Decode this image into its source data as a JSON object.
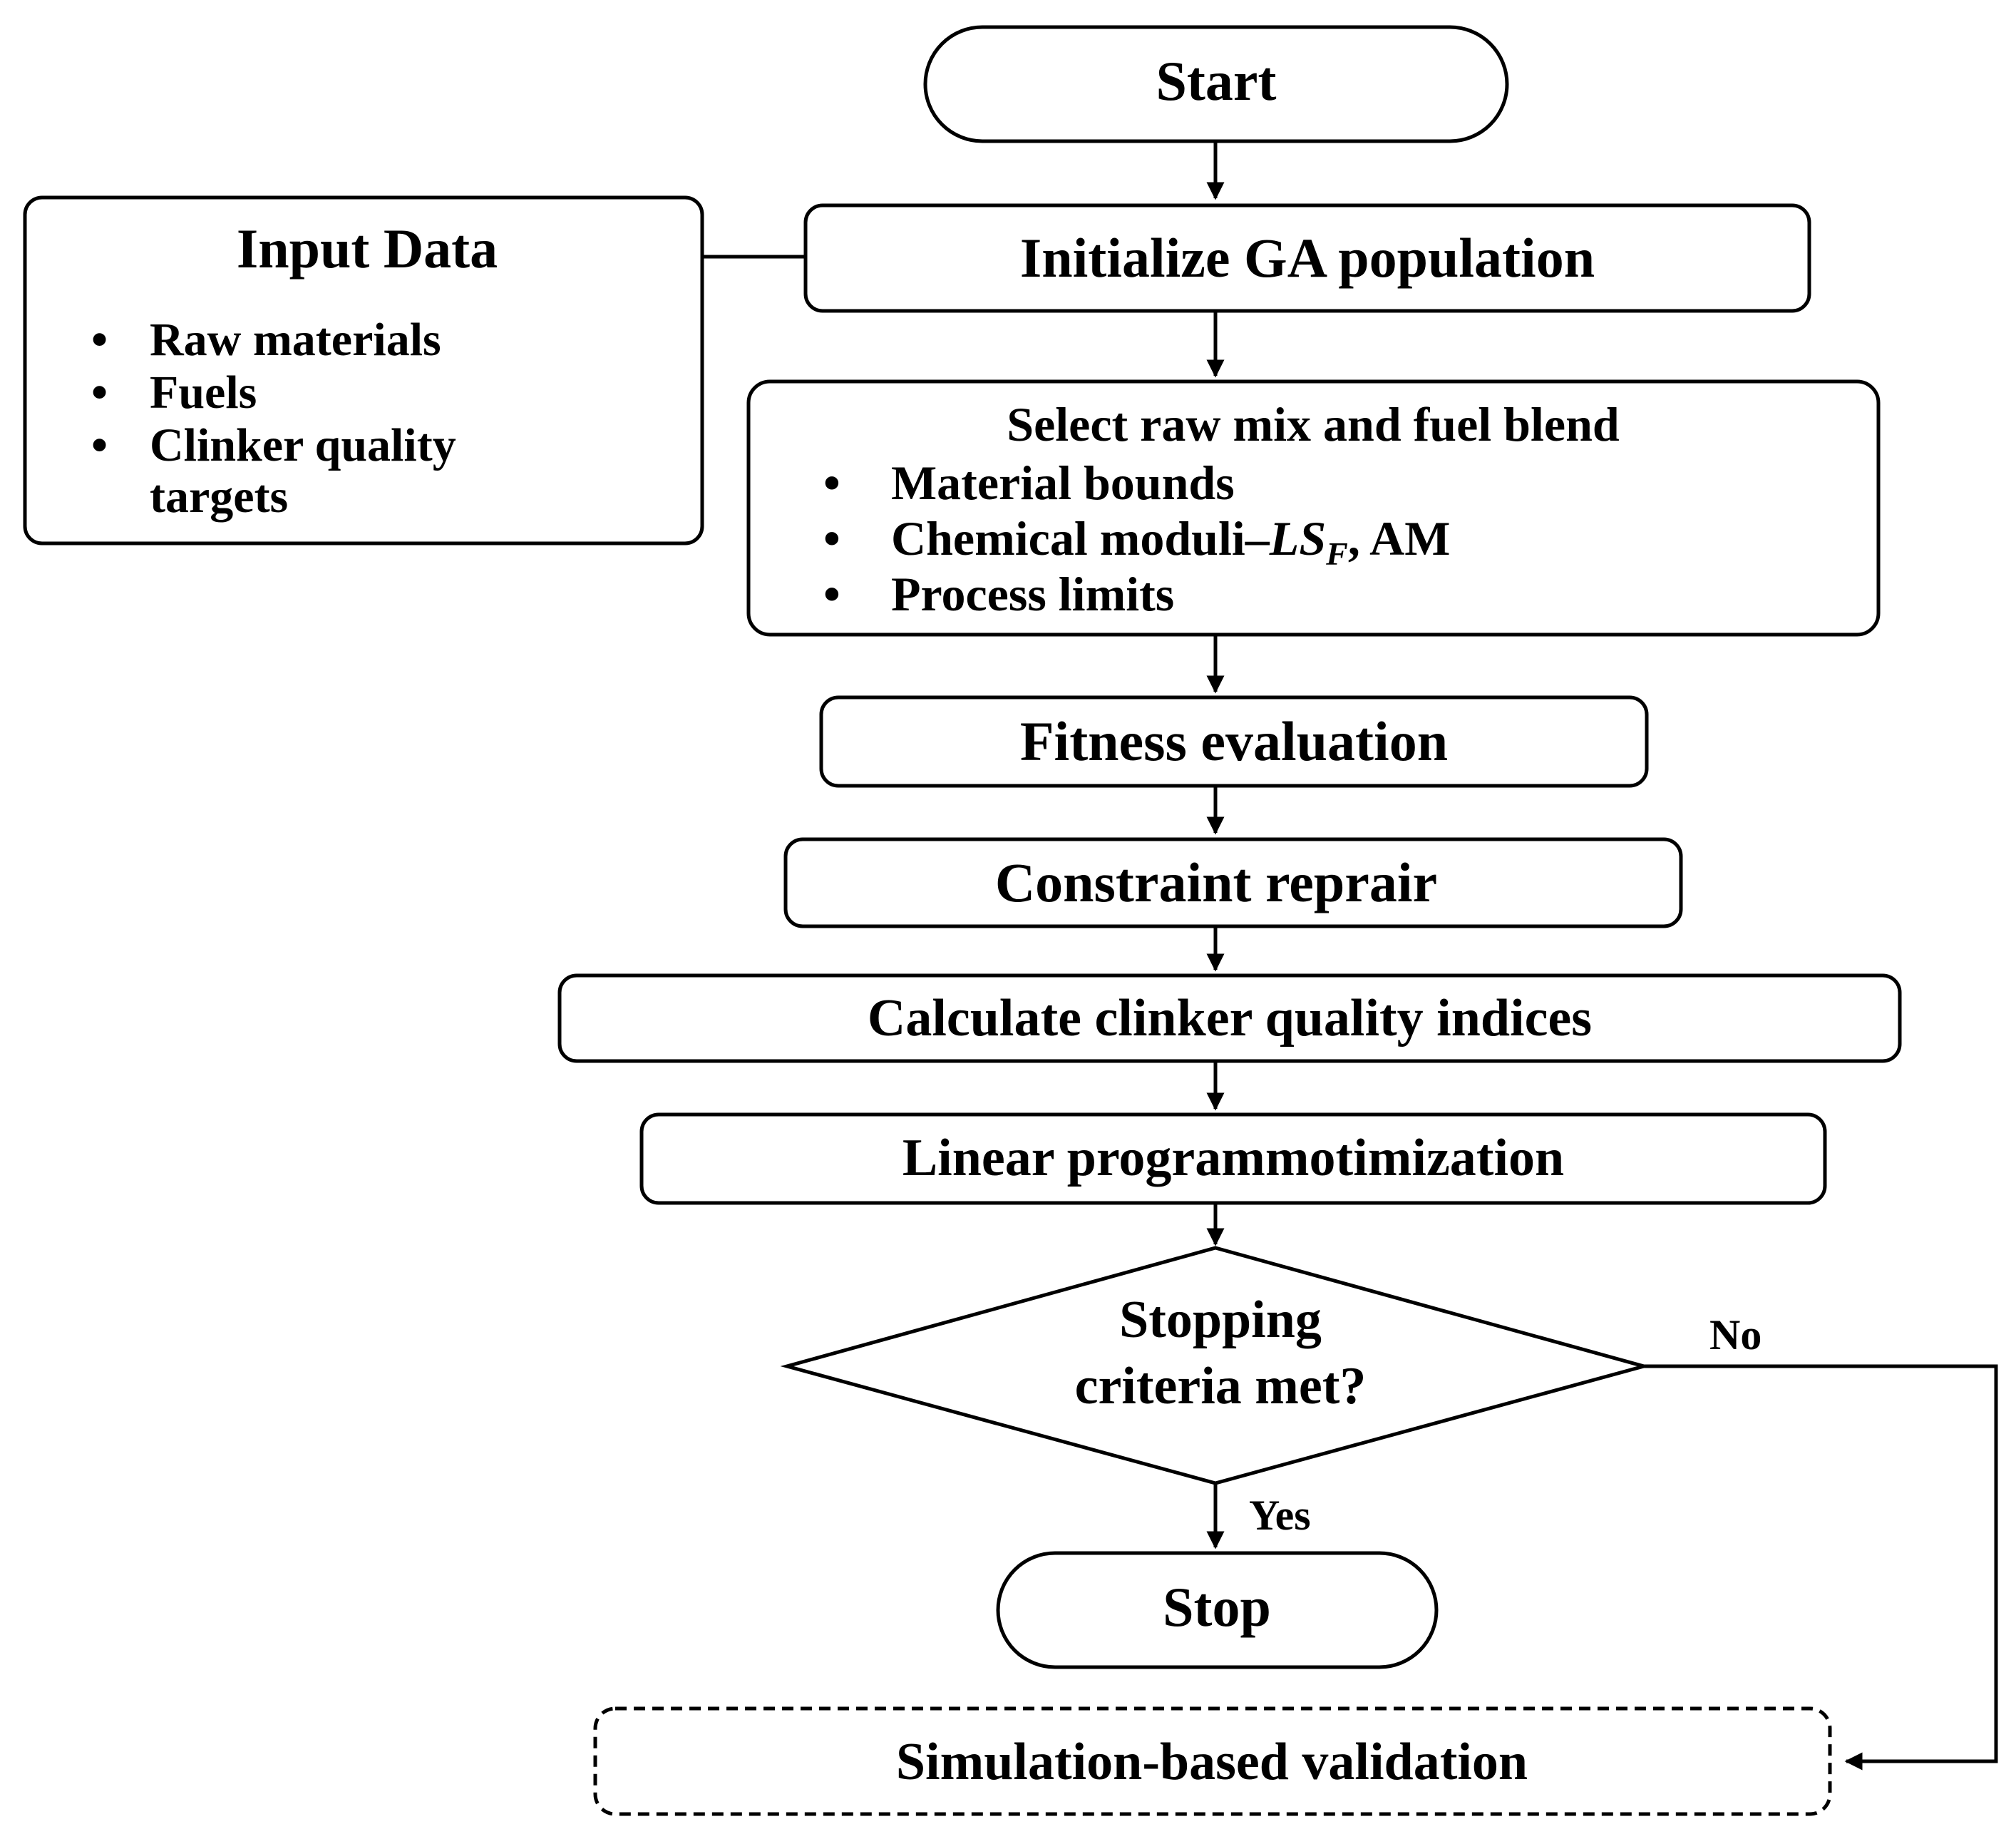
{
  "flowchart": {
    "start": "Start",
    "input_data": {
      "title": "Input Data",
      "bullets": [
        "Raw materials",
        "Fuels",
        "Clinker quality",
        "targets"
      ]
    },
    "init_ga": "Initialize GA population",
    "select_mix": {
      "title": "Select raw mix and fuel blend",
      "bullet_1": "Material bounds",
      "bullet_2_prefix": "Chemical moduli–",
      "bullet_2_math": "LS",
      "bullet_2_sub": "F",
      "bullet_2_suffix": ", AM",
      "bullet_3": "Process limits"
    },
    "fitness": "Fitness evaluation",
    "repair": "Constraint reprair",
    "calculate": "Calculate clinker quality indices",
    "linear": "Linear programmotimization",
    "decision": {
      "line_1": "Stopping",
      "line_2": "criteria met?"
    },
    "no_label": "No",
    "yes_label": "Yes",
    "stop": "Stop",
    "validation": "Simulation-based validation",
    "bullet_symbol": "•"
  }
}
